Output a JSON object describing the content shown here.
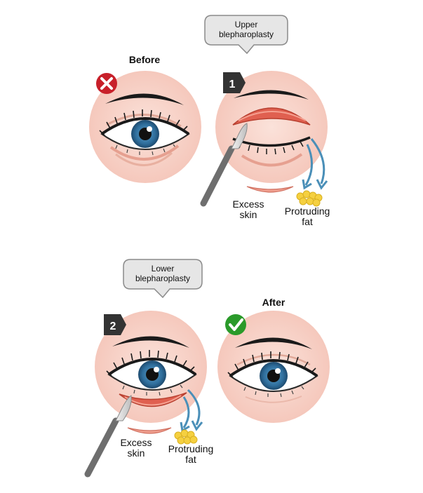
{
  "panels": {
    "before": {
      "title": "Before",
      "status_icon": "cross-icon"
    },
    "upper": {
      "step": "1",
      "bubble_line1": "Upper",
      "bubble_line2": "blepharoplasty",
      "excess_line1": "Excess",
      "excess_line2": "skin",
      "fat_line1": "Protruding",
      "fat_line2": "fat"
    },
    "lower": {
      "step": "2",
      "bubble_line1": "Lower",
      "bubble_line2": "blepharoplasty",
      "excess_line1": "Excess",
      "excess_line2": "skin",
      "fat_line1": "Protruding",
      "fat_line2": "fat"
    },
    "after": {
      "title": "After",
      "status_icon": "check-icon"
    }
  },
  "colors": {
    "skin_circle": "#f7cfc4",
    "incision": "#e06050",
    "iris": "#2f6e9c",
    "arrow": "#4a8fb8",
    "fat": "#f5d040",
    "bad": "#c8202a",
    "good": "#2a9a2a",
    "badge": "#333333"
  }
}
